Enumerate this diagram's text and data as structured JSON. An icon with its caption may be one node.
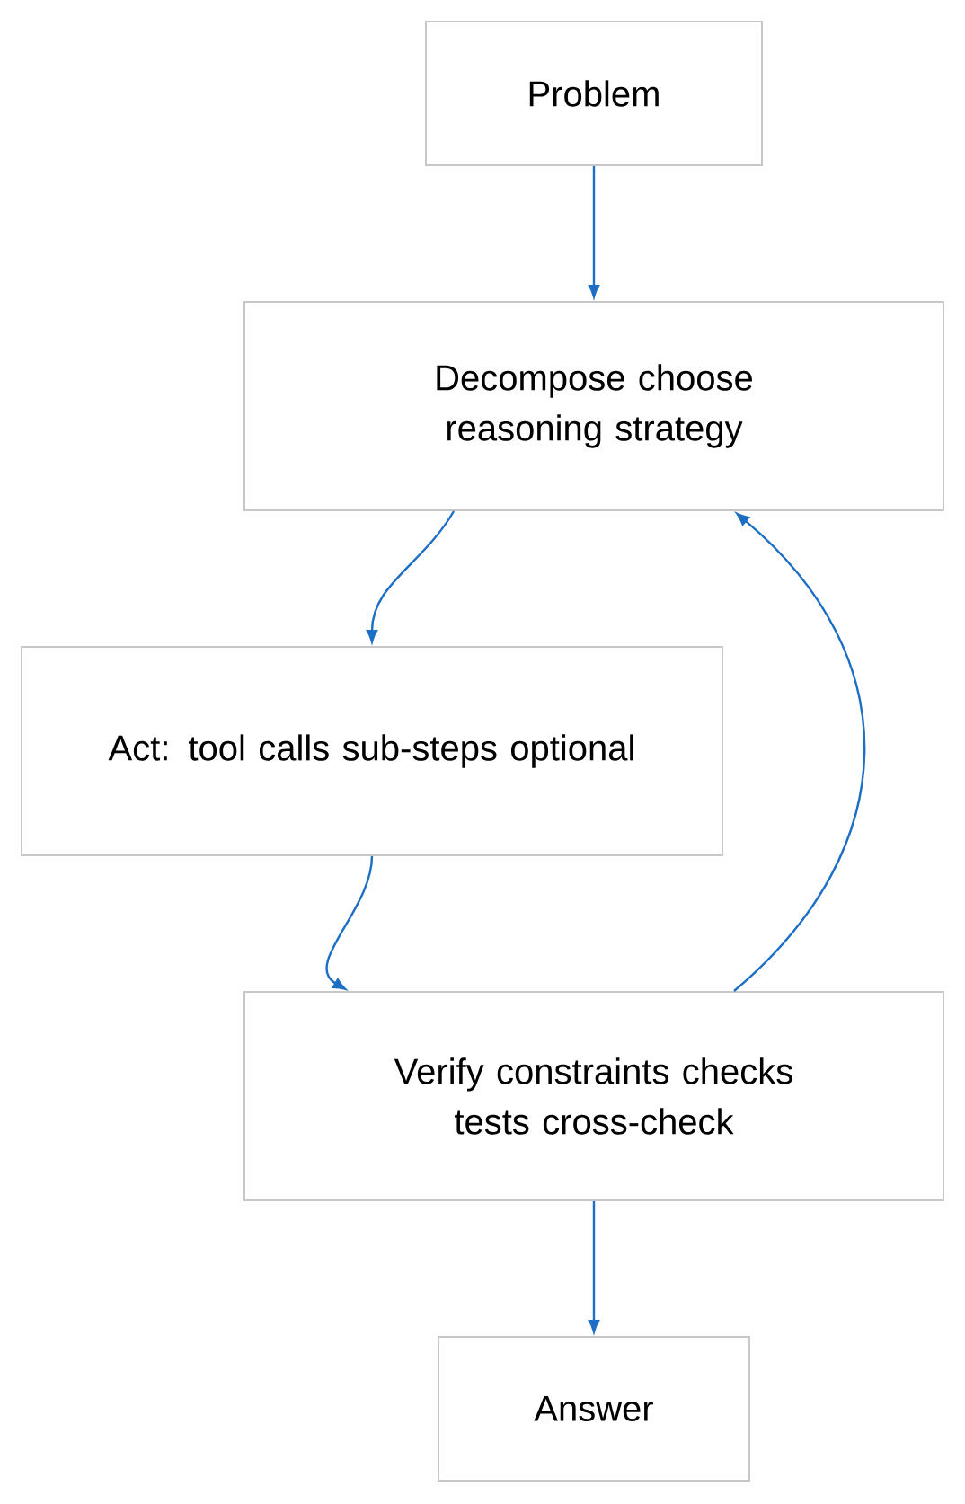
{
  "diagram": {
    "nodes": [
      {
        "text": [
          "Problem"
        ]
      },
      {
        "text": [
          "Decompose choose reasoning strategy"
        ]
      },
      {
        "text": [
          "Act: tool calls sub-steps optional"
        ]
      },
      {
        "text": [
          "Verify constraints checks tests cross-check"
        ]
      },
      {
        "text": [
          "Answer"
        ]
      }
    ],
    "edges": [
      {
        "from": 0,
        "to": 1,
        "arrow": "to"
      },
      {
        "from": 1,
        "to": 2,
        "arrow": "to"
      },
      {
        "from": 2,
        "to": 3,
        "arrow": "to"
      },
      {
        "from": 3,
        "to": 1,
        "arrow": "to"
      },
      {
        "from": 3,
        "to": 4,
        "arrow": "to"
      }
    ]
  }
}
